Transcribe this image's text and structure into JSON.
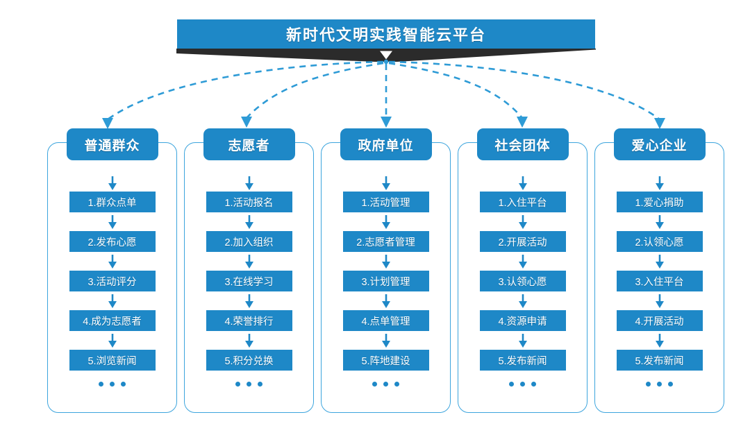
{
  "header": {
    "title": "新时代文明实践智能云平台",
    "chevron_icon": "chevron-down-icon"
  },
  "colors": {
    "accent_blue": "#1e88c7",
    "outline_blue": "#3ba4dd",
    "dash_blue": "#2e9bd6",
    "shadow_dark": "#2b2b2b",
    "text_white": "#ffffff"
  },
  "ellipsis": "···",
  "columns": [
    {
      "id": "ordinary-public",
      "header": "普通群众",
      "items": [
        "1.群众点单",
        "2.发布心愿",
        "3.活动评分",
        "4.成为志愿者",
        "5.浏览新闻"
      ]
    },
    {
      "id": "volunteer",
      "header": "志愿者",
      "items": [
        "1.活动报名",
        "2.加入组织",
        "3.在线学习",
        "4.荣誉排行",
        "5.积分兑换"
      ]
    },
    {
      "id": "government-unit",
      "header": "政府单位",
      "items": [
        "1.活动管理",
        "2.志愿者管理",
        "3.计划管理",
        "4.点单管理",
        "5.阵地建设"
      ]
    },
    {
      "id": "social-group",
      "header": "社会团体",
      "items": [
        "1.入住平台",
        "2.开展活动",
        "3.认领心愿",
        "4.资源申请",
        "5.发布新闻"
      ]
    },
    {
      "id": "caring-enterprise",
      "header": "爱心企业",
      "items": [
        "1.爱心捐助",
        "2.认领心愿",
        "3.入住平台",
        "4.开展活动",
        "5.发布新闻"
      ]
    }
  ]
}
